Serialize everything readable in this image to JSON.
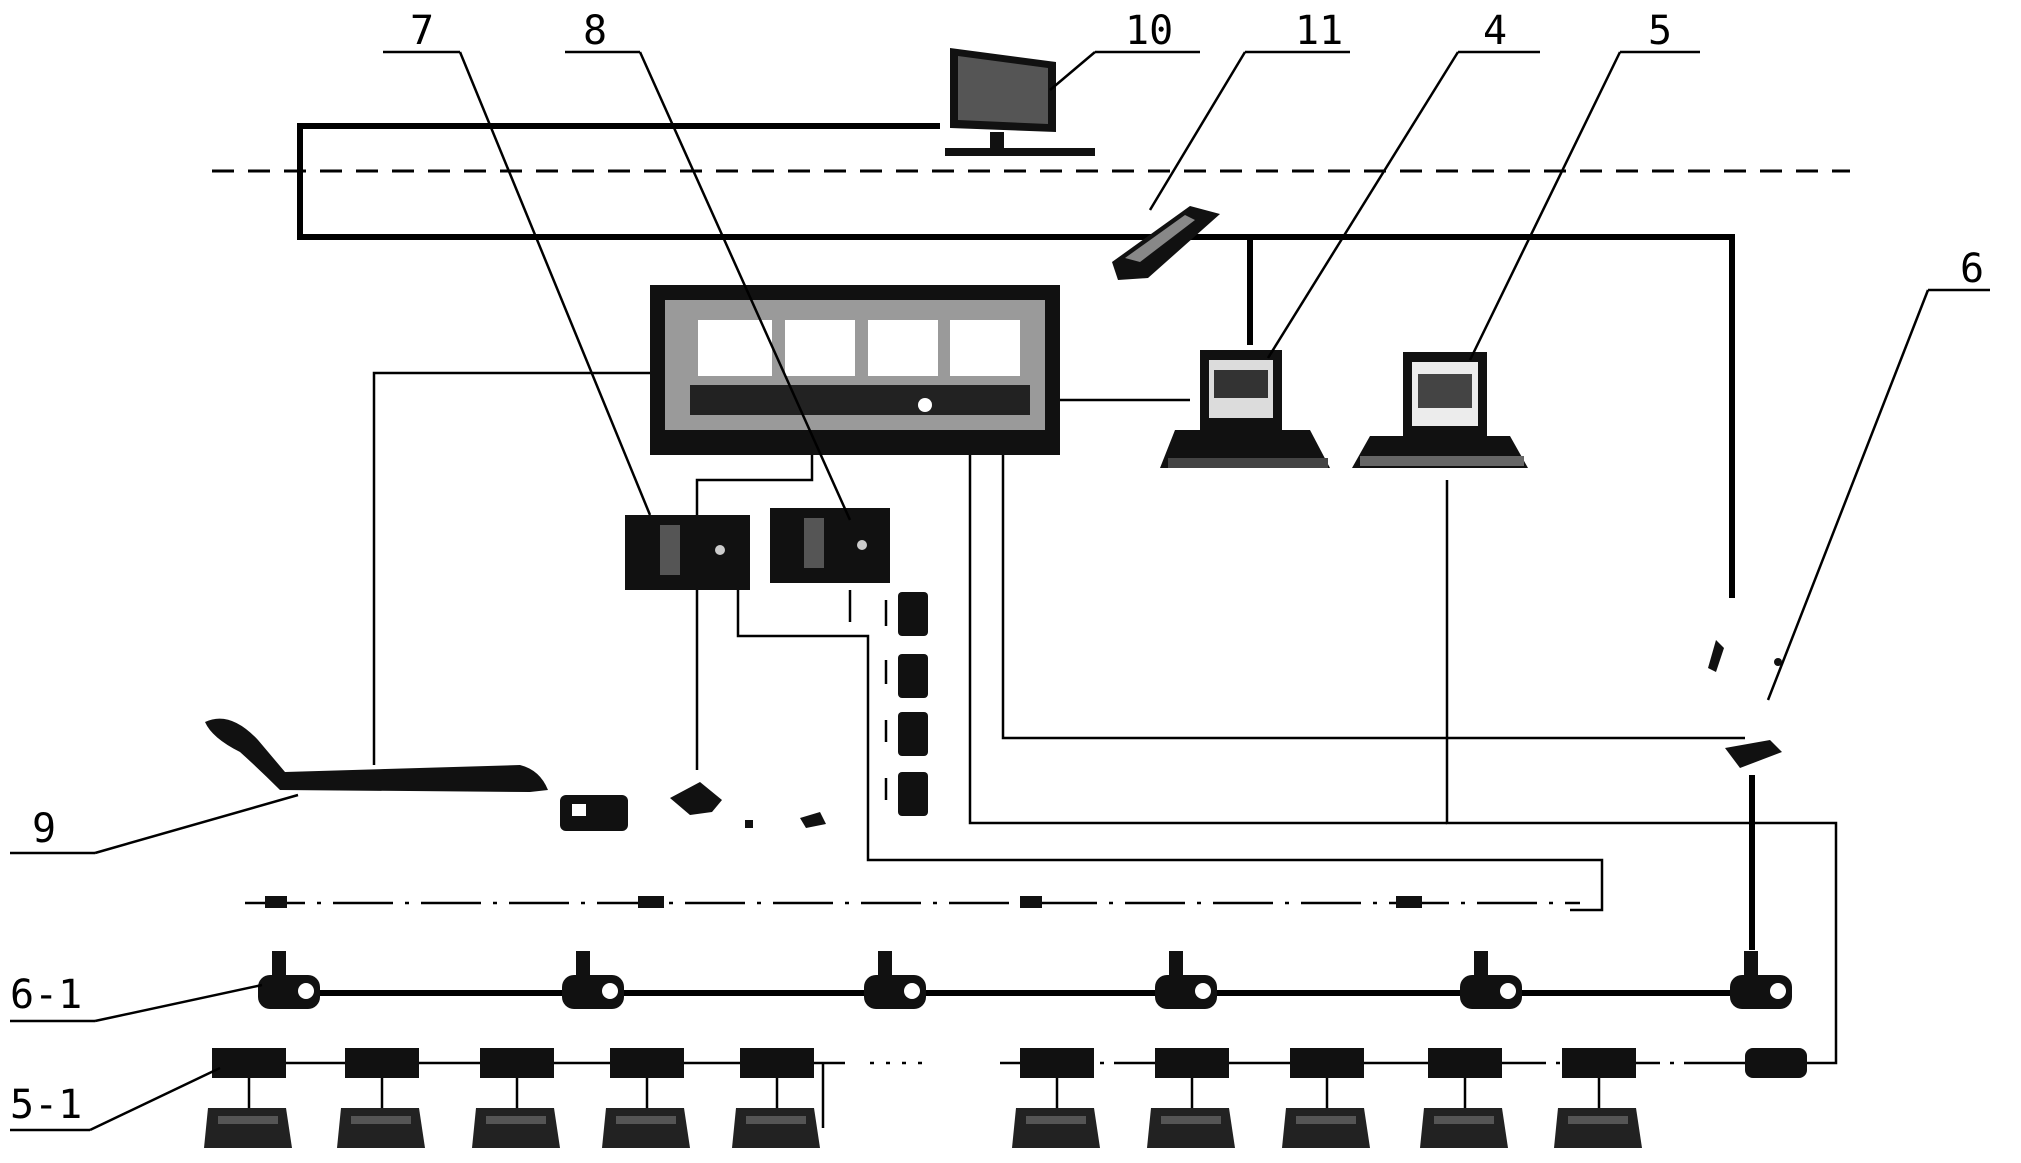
{
  "labels": {
    "l10": "10",
    "l11": "11",
    "l7": "7",
    "l8": "8",
    "l4": "4",
    "l5": "5",
    "l6": "6",
    "l9": "9",
    "l6_1": "6-1",
    "l5_1": "5-1"
  },
  "icons": {
    "monitor": "desktop-monitor-icon",
    "computer": "workstation-computer-icon",
    "switch": "network-switch-icon",
    "cabinet": "control-cabinet-icon",
    "box": "junction-box-icon",
    "camera": "camera-icon",
    "sensor": "sensor-module-icon",
    "shearer": "shearer-machine-icon",
    "support": "hydraulic-support-icon"
  },
  "colors": {
    "ink": "#000000",
    "background": "#ffffff"
  }
}
